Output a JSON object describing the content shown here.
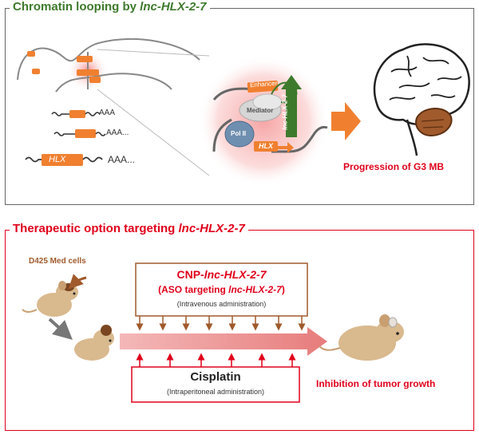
{
  "top": {
    "title_prefix": "Chromatin looping by ",
    "title_gene": "lnc-HLX-2-7",
    "transcripts": [
      {
        "gene": "",
        "polya": "AAA"
      },
      {
        "gene": "",
        "polya": "AAA..."
      },
      {
        "gene": "HLX",
        "polya": "AAA..."
      }
    ],
    "complex": {
      "enhancer": "Enhancer",
      "mediator": "Mediator",
      "pol": "Pol II",
      "hlx": "HLX",
      "lnc": "lnc-HLX-2-7"
    },
    "outcome": "Progression of G3 MB"
  },
  "bottom": {
    "title_prefix": "Therapeutic option targeting ",
    "title_gene": "lnc-HLX-2-7",
    "cells_label": "D425 Med cells",
    "cnp": {
      "prefix": "CNP-",
      "gene": "lnc-HLX-2-7",
      "aso_prefix": "(ASO targeting ",
      "aso_gene": "lnc-HLX-2-7",
      "aso_suffix": ")",
      "route": "(Intravenous administration)"
    },
    "cisplatin": {
      "name": "Cisplatin",
      "route": "(Intraperitoneal administration)"
    },
    "outcome": "Inhibition of tumor growth"
  },
  "colors": {
    "orange": "#f08030",
    "green": "#3e7a2c",
    "red": "#e0001b",
    "brown": "#a05a2c"
  }
}
